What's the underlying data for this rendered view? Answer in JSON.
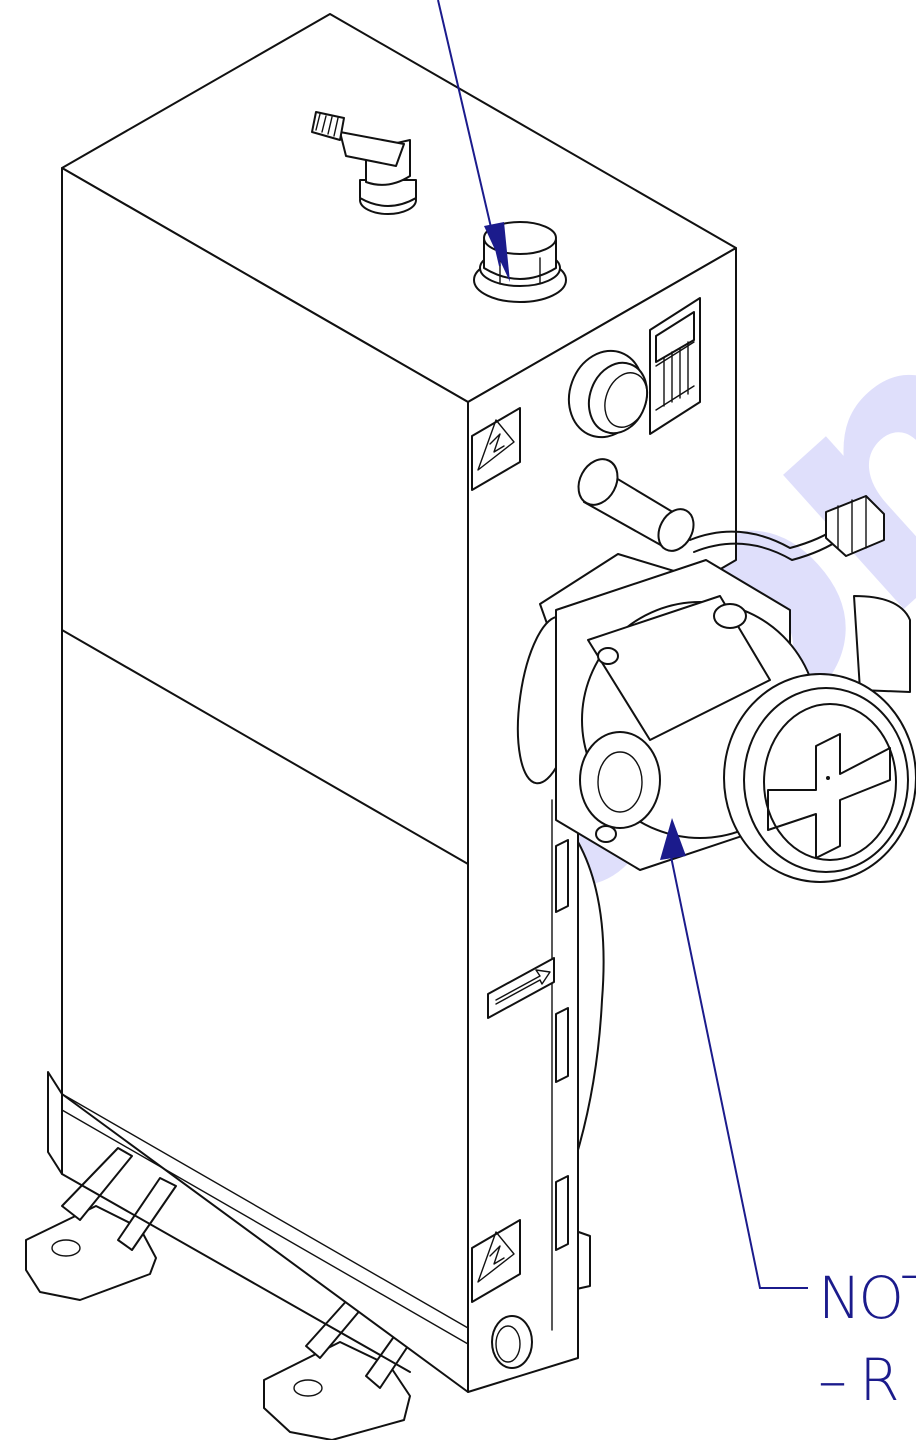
{
  "colors": {
    "line": "#111111",
    "callout": "#1b1b8c",
    "watermark_blue": "#3d3de8",
    "watermark_red": "#e84a3d"
  },
  "watermark": {
    "text": "hydronek"
  },
  "callouts": {
    "note_line1": "NOT",
    "note_line2": "– R"
  }
}
